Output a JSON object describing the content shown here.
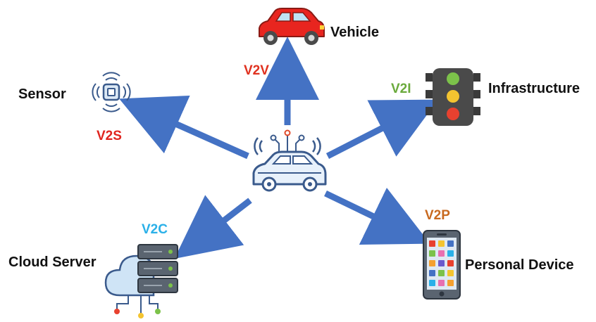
{
  "nodes": {
    "vehicle": {
      "label": "Vehicle"
    },
    "infrastructure": {
      "label": "Infrastructure"
    },
    "sensor": {
      "label": "Sensor"
    },
    "cloud_server": {
      "label": "Cloud Server"
    },
    "personal_device": {
      "label": "Personal Device"
    }
  },
  "links": {
    "v2v": {
      "label": "V2V",
      "color": "#e0311f"
    },
    "v2i": {
      "label": "V2I",
      "color": "#6aaa3c"
    },
    "v2s": {
      "label": "V2S",
      "color": "#e0251f"
    },
    "v2c": {
      "label": "V2C",
      "color": "#2ab0e8"
    },
    "v2p": {
      "label": "V2P",
      "color": "#c8691f"
    }
  },
  "colors": {
    "arrow": "#4472c4",
    "car_outline": "#3a5a8c",
    "car_fill": "#e8f1fb"
  },
  "icons": {
    "center": "connected-car-icon",
    "vehicle": "red-car-icon",
    "infrastructure": "traffic-light-icon",
    "sensor": "sensor-icon",
    "cloud_server": "cloud-server-icon",
    "personal_device": "smartphone-icon"
  }
}
